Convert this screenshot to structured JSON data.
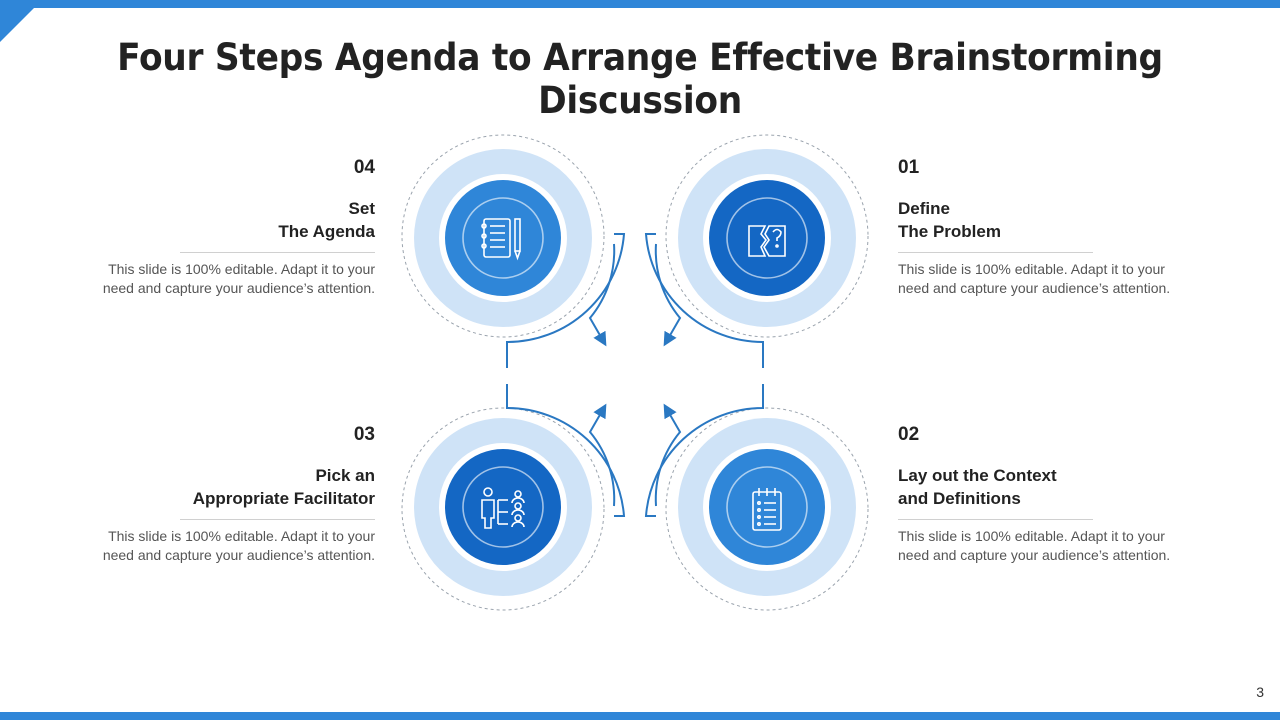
{
  "title": "Four Steps Agenda to Arrange Effective Brainstorming Discussion",
  "page_number": "3",
  "colors": {
    "accent": "#2f86d8",
    "dark_blue": "#1467c4",
    "mid_blue": "#2f86d8",
    "light_ring": "#cfe3f7",
    "arrow": "#2a78c2"
  },
  "steps": [
    {
      "num": "01",
      "heading_line1": "Define",
      "heading_line2": "The Problem",
      "desc_line1": "This slide is 100% editable. Adapt it to your",
      "desc_line2": "need and capture your audience’s attention.",
      "icon": "puzzle-question-icon"
    },
    {
      "num": "02",
      "heading_line1": "Lay out the Context",
      "heading_line2": "and Definitions",
      "desc_line1": "This slide is 100% editable. Adapt it to your",
      "desc_line2": "need and capture your audience’s attention.",
      "icon": "checklist-notepad-icon"
    },
    {
      "num": "03",
      "heading_line1": "Pick an",
      "heading_line2": "Appropriate Facilitator",
      "desc_line1": "This slide is 100% editable. Adapt it to your",
      "desc_line2": "need and capture your audience’s attention.",
      "icon": "facilitator-people-icon"
    },
    {
      "num": "04",
      "heading_line1": "Set",
      "heading_line2": "The Agenda",
      "desc_line1": "This slide is 100% editable. Adapt it to your",
      "desc_line2": "need and capture your audience’s attention.",
      "icon": "notebook-pen-icon"
    }
  ]
}
